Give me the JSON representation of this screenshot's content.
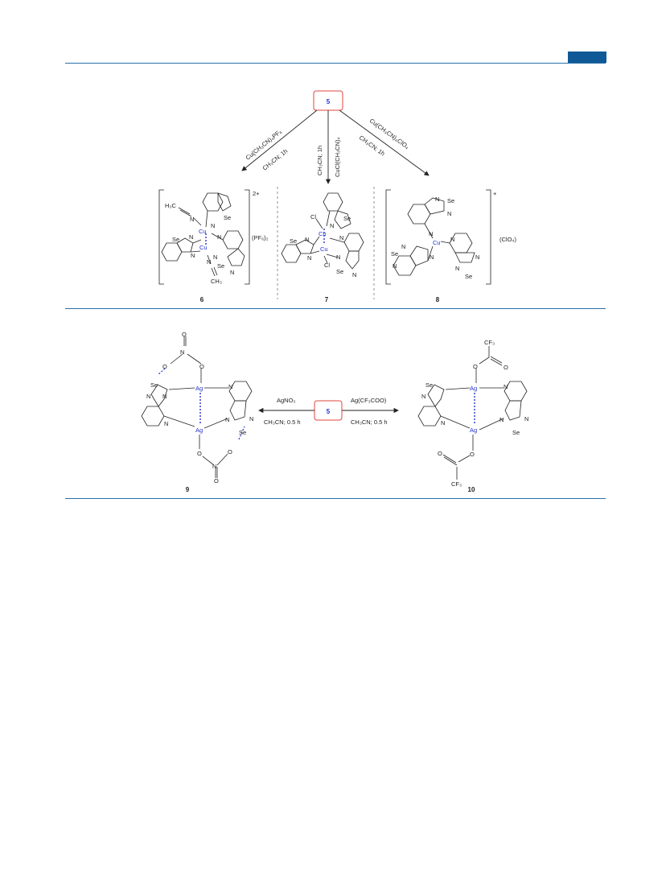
{
  "reagents": {
    "start_compound": "5",
    "arrow_6_top": "Cu(CH₃CN)₄PF₆",
    "arrow_6_bottom": "CH₃CN; 1h",
    "arrow_7_top": "CuCl(CH₃CN)₄",
    "arrow_7_bottom": "CH₃CN; 1h",
    "arrow_8_top": "Cu(CH₃CN)₄ClO₄",
    "arrow_8_bottom": "CH₃CN; 1h",
    "arrow_9_top": "AgNO₃",
    "arrow_9_bottom": "CH₃CN; 0.5 h",
    "arrow_10_top": "Ag(CF₃COO)",
    "arrow_10_bottom": "CH₃CN; 0.5 h"
  },
  "compounds": {
    "c6": {
      "number": "6",
      "charge": "2+",
      "counterion": "(PF₆)₂",
      "atoms": {
        "h3c": "H₃C",
        "cu": "Cu",
        "se": "Se",
        "n": "N",
        "ch3": "CH₃"
      }
    },
    "c7": {
      "number": "7",
      "atoms": {
        "cl": "Cl",
        "cu": "Cu",
        "se": "Se",
        "n": "N"
      }
    },
    "c8": {
      "number": "8",
      "charge": "+",
      "counterion": "(ClO₄)",
      "atoms": {
        "cu": "Cu",
        "se": "Se",
        "n": "N"
      }
    },
    "c9": {
      "number": "9",
      "atoms": {
        "ag": "Ag",
        "se": "Se",
        "n": "N",
        "o": "O"
      }
    },
    "c10": {
      "number": "10",
      "atoms": {
        "ag": "Ag",
        "se": "Se",
        "n": "N",
        "o": "O",
        "cf3": "CF₃"
      }
    }
  },
  "colors": {
    "rule": "#2a6fa8",
    "badge": "#0f5a96",
    "metal": "#2233cc",
    "box": "#e0453c"
  }
}
